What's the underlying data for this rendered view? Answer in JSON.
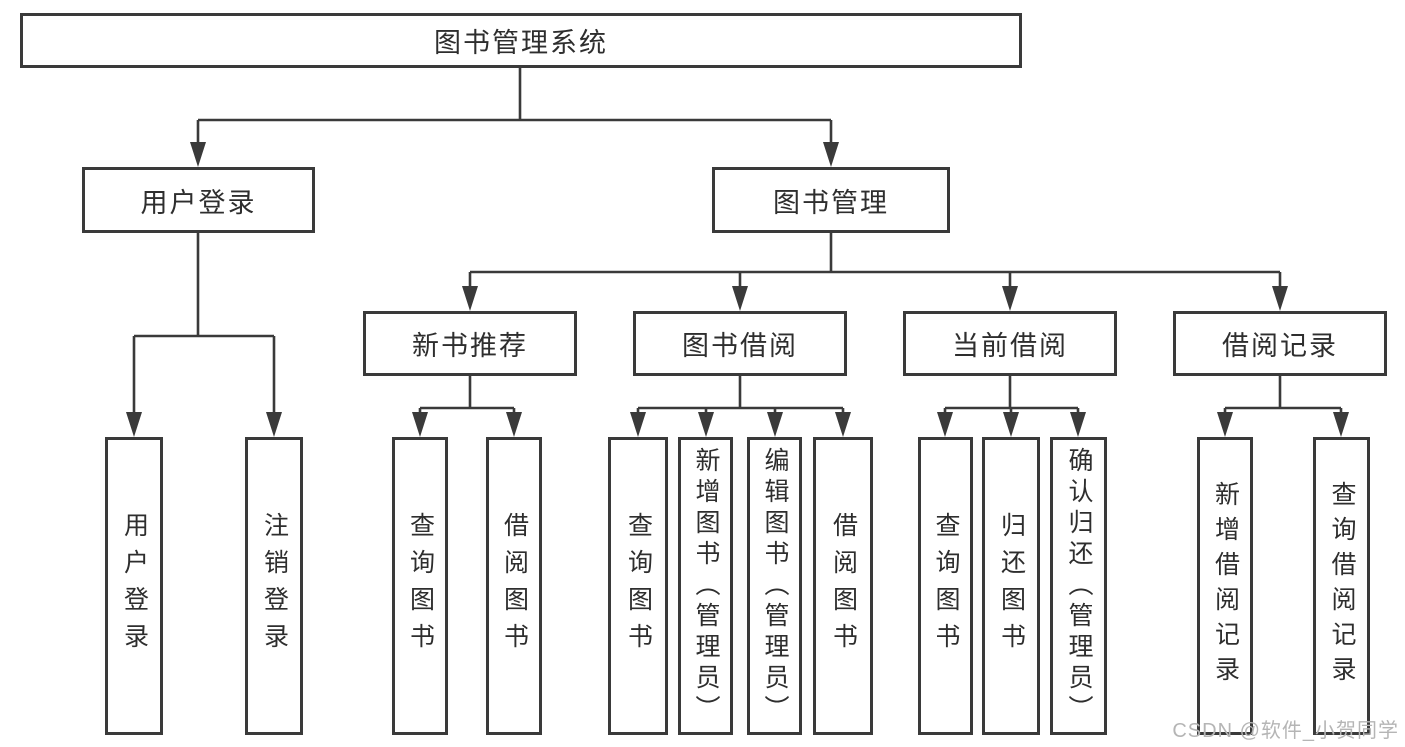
{
  "diagram": {
    "tree": {
      "root": {
        "label": "图书管理系统"
      },
      "level2": [
        {
          "label": "用户登录",
          "children": [
            "用户登录",
            "注销登录"
          ]
        },
        {
          "label": "图书管理"
        }
      ],
      "level3": [
        {
          "label": "新书推荐",
          "children": [
            "查询图书",
            "借阅图书"
          ]
        },
        {
          "label": "图书借阅",
          "children": [
            "查询图书",
            "新增图书（管理员）",
            "编辑图书（管理员）",
            "借阅图书"
          ]
        },
        {
          "label": "当前借阅",
          "children": [
            "查询图书",
            "归还图书",
            "确认归还（管理员）"
          ]
        },
        {
          "label": "借阅记录",
          "children": [
            "新增借阅记录",
            "查询借阅记录"
          ]
        }
      ]
    },
    "colors": {
      "line": "#3a3a3a",
      "text": "#2e2e2e",
      "box_background": "#ffffff",
      "page_background": "#ffffff",
      "watermark": "#b5b5b5"
    }
  },
  "watermark": {
    "text": "CSDN @软件_小贺同学"
  }
}
